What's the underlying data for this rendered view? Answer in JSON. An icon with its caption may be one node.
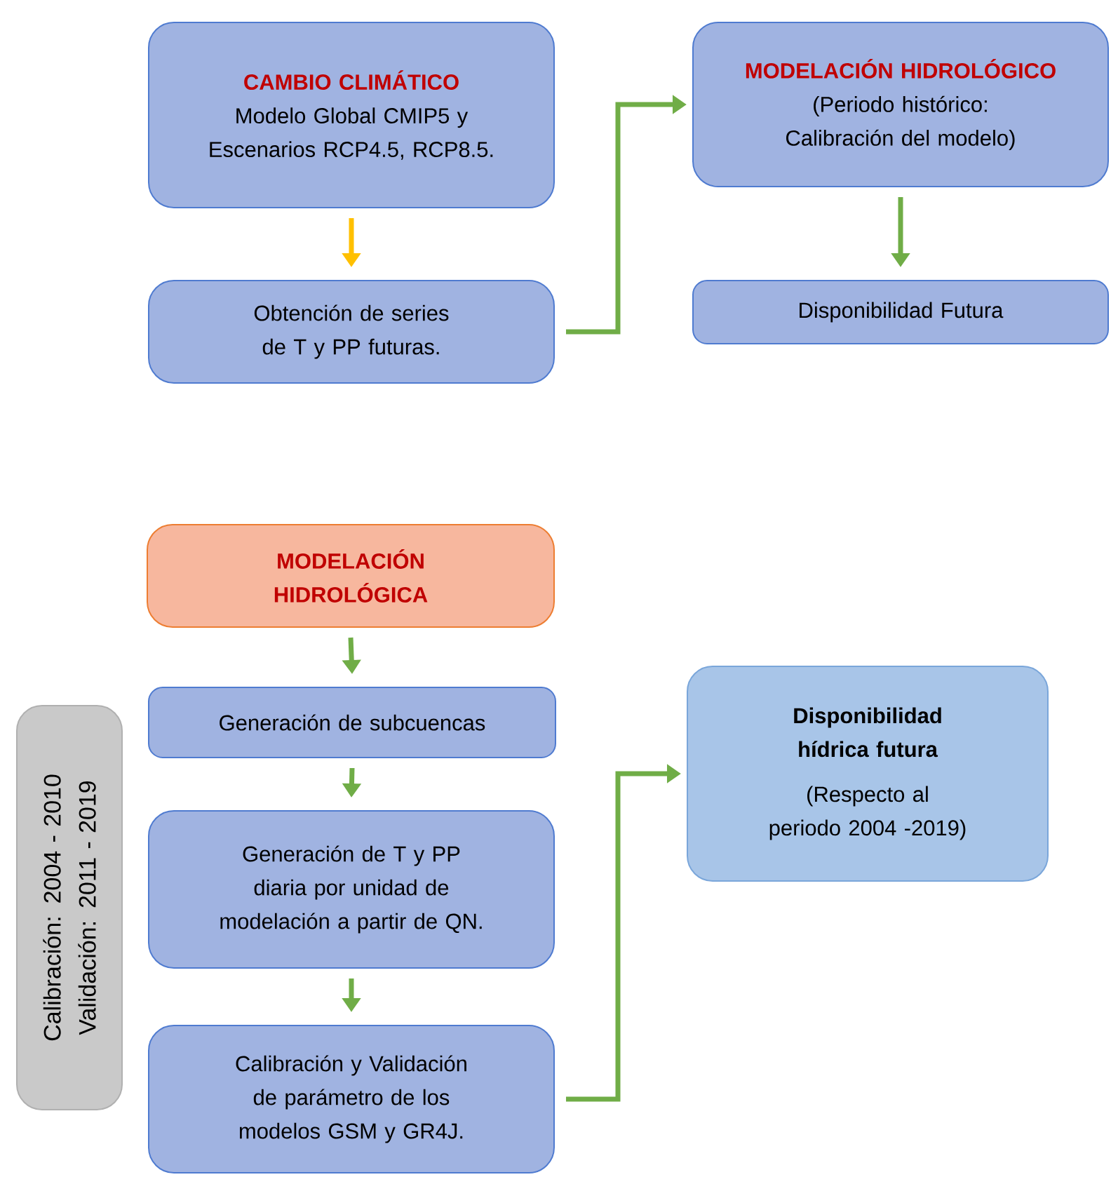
{
  "diagram": {
    "nodes": [
      {
        "text": [
          "CAMBIO CLIMÁTICO",
          "Modelo Global CMIP5 y Escenarios RCP4.5, RCP8.5."
        ]
      },
      {
        "text": [
          "Obtención de series de T y PP futuras."
        ]
      },
      {
        "text": [
          "MODELACIÓN HIDROLÓGICO",
          "(Periodo histórico: Calibración del modelo)"
        ]
      },
      {
        "text": [
          "Disponibilidad Futura"
        ]
      },
      {
        "text": [
          "MODELACIÓN HIDROLÓGICA"
        ]
      },
      {
        "text": [
          "Generación de subcuencas"
        ]
      },
      {
        "text": [
          "Generación de T y PP diaria por unidad de modelación a partir de QN."
        ]
      },
      {
        "text": [
          "Calibración y Validación de parámetro de los modelos GSM y GR4J."
        ]
      },
      {
        "text": [
          "Disponibilidad hídrica futura",
          "(Respecto al periodo 2004 -2019)"
        ]
      },
      {
        "text": [
          "Calibración: 2004 - 2010",
          "Validación: 2011 - 2019"
        ]
      }
    ],
    "edges": [
      {
        "from": 0,
        "to": 1,
        "arrow": "to",
        "color": "#ffc000"
      },
      {
        "from": 1,
        "to": 2,
        "arrow": "to"
      },
      {
        "from": 2,
        "to": 3,
        "arrow": "to"
      },
      {
        "from": 4,
        "to": 5,
        "arrow": "to"
      },
      {
        "from": 5,
        "to": 6,
        "arrow": "to"
      },
      {
        "from": 6,
        "to": 7,
        "arrow": "to"
      },
      {
        "from": 7,
        "to": 8,
        "arrow": "to"
      }
    ]
  }
}
